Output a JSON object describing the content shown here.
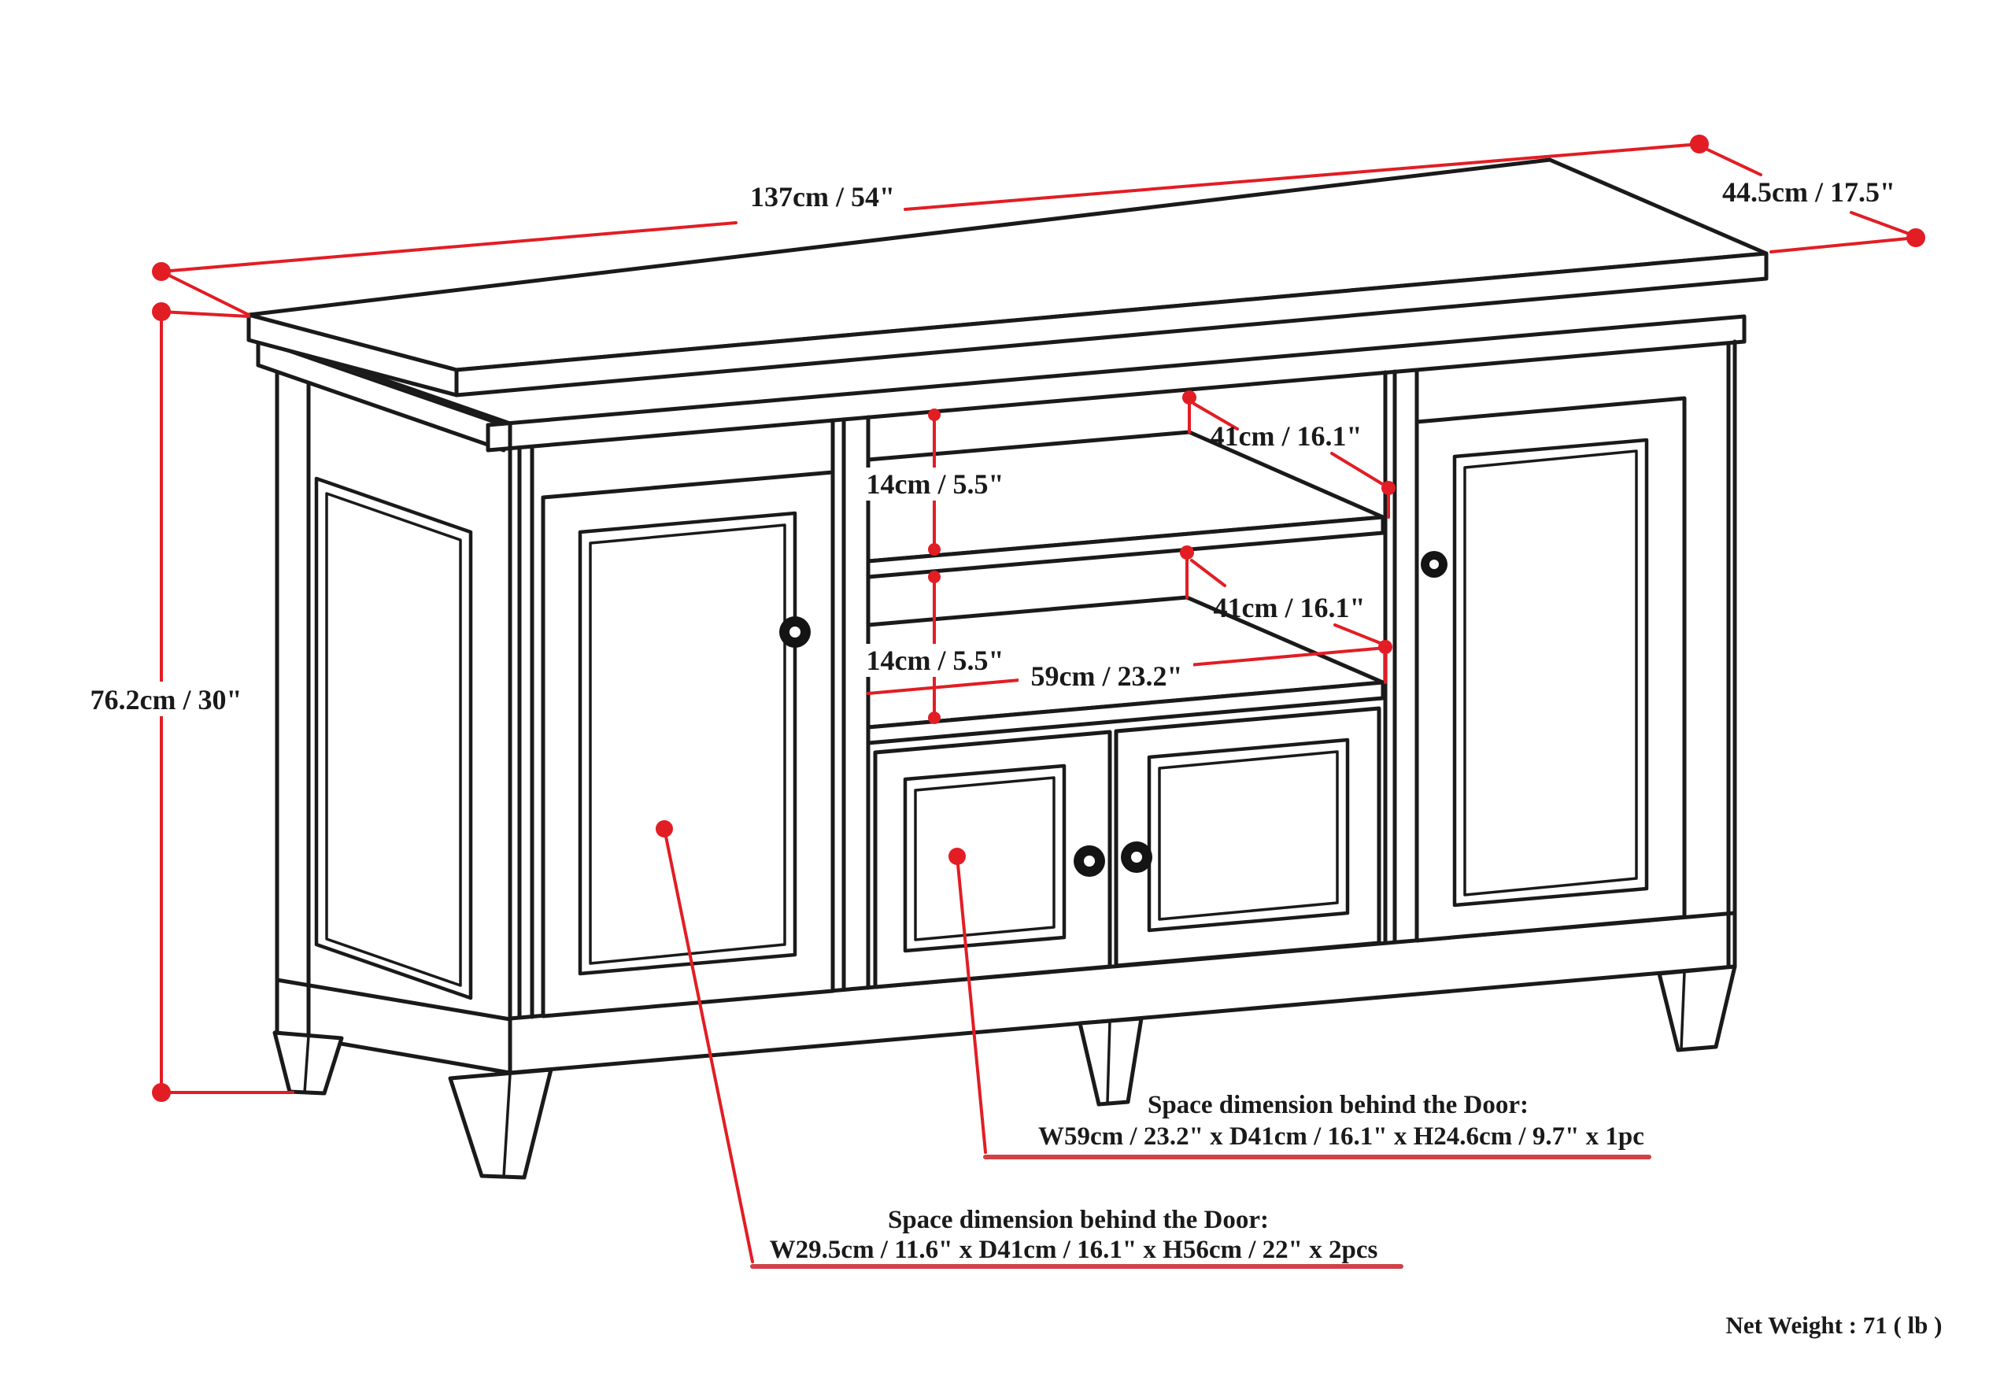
{
  "drawing": {
    "type": "furniture-dimension-diagram",
    "subject": "TV stand / media cabinet line drawing in perspective"
  },
  "dimensions": {
    "width": "137cm / 54\"",
    "depth": "44.5cm / 17.5\"",
    "height": "76.2cm / 30\"",
    "shelf_clearance_upper": "14cm / 5.5\"",
    "shelf_clearance_lower": "14cm / 5.5\"",
    "shelf_depth_upper": "41cm / 16.1\"",
    "shelf_depth_lower": "41cm / 16.1\"",
    "center_bay_width": "59cm / 23.2\""
  },
  "annotations": {
    "center_door": {
      "title": "Space dimension behind the Door:",
      "dims": "W59cm / 23.2\" x D41cm / 16.1\" x H24.6cm / 9.7\" x 1pc"
    },
    "side_door": {
      "title": "Space dimension behind the Door:",
      "dims": "W29.5cm / 11.6\" x D41cm / 16.1\" x H56cm / 22\" x 2pcs"
    }
  },
  "footer": {
    "net_weight": "Net Weight : 71 ( lb )"
  },
  "colors": {
    "dimension_red": "#e21d24",
    "underline_red": "#cf4146",
    "line_black": "#1a1a1a",
    "background": "#ffffff"
  }
}
